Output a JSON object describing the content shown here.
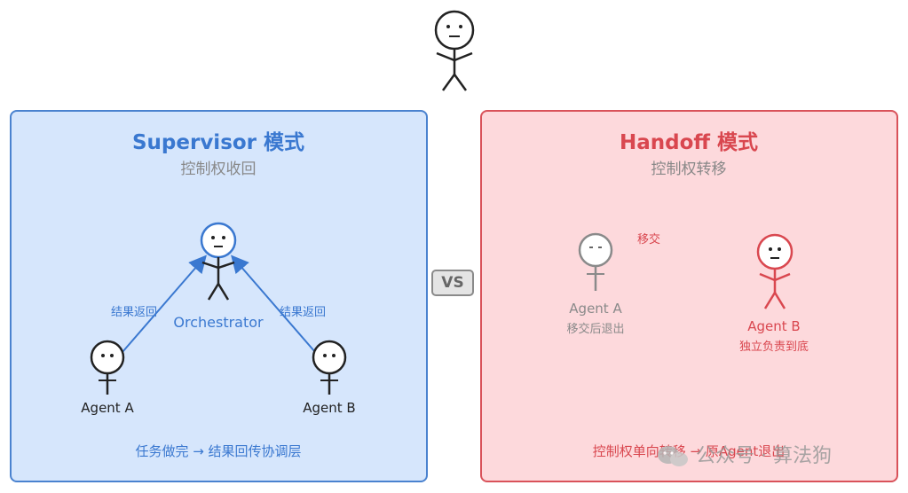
{
  "top_figure": {
    "icon": "stick-figure-neutral"
  },
  "vs_label": "VS",
  "left_panel": {
    "title": "Supervisor 模式",
    "subtitle": "控制权收回",
    "center_label": "Orchestrator",
    "edge_label_left": "结果返回",
    "edge_label_right": "结果返回",
    "agent_a": "Agent A",
    "agent_b": "Agent B",
    "footer": "任务做完 → 结果回传协调层",
    "colors": {
      "accent": "#3a78d0",
      "border": "#4a82cf",
      "background": "#d6e6fc"
    }
  },
  "right_panel": {
    "title": "Handoff 模式",
    "subtitle": "控制权转移",
    "transfer_label": "移交",
    "agent_a": "Agent A",
    "agent_a_note": "移交后退出",
    "agent_b": "Agent B",
    "agent_b_note": "独立负责到底",
    "footer": "控制权单向转移 → 原Agent退出",
    "colors": {
      "accent": "#d9474f",
      "border": "#d9525a",
      "background": "#fdd9dc",
      "muted": "#8a8a8a"
    }
  },
  "watermark": "公众号 · 算法狗"
}
